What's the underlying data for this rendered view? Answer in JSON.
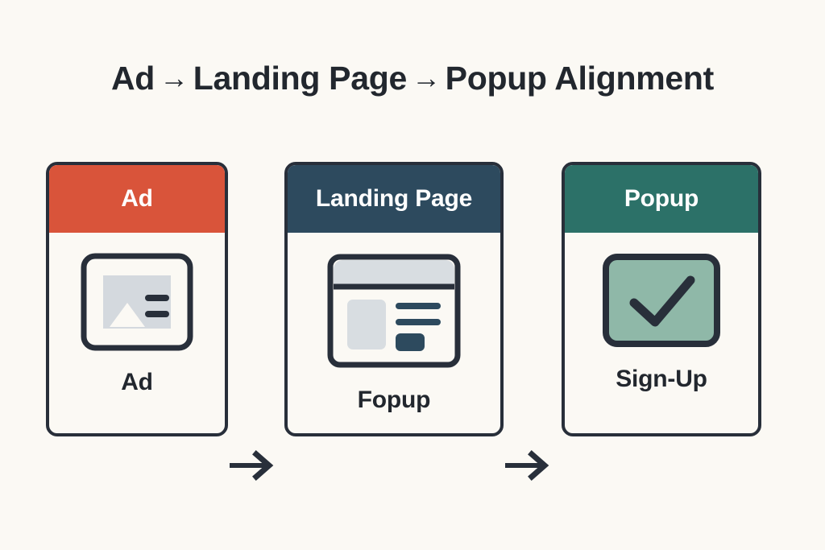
{
  "page": {
    "background_color": "#fbf9f4",
    "title_parts": {
      "part1": "Ad",
      "arrow1": "→",
      "part2": "Landing Page",
      "arrow2": "→",
      "part3": "Popup Alignment"
    },
    "title_full": "Ad → Landing Page → Popup Alignment"
  },
  "colors": {
    "ad_header": "#d9543a",
    "landing_header": "#2d4a5e",
    "popup_header": "#2c7168",
    "outline": "#282f3a",
    "card_body": "#fbf9f4",
    "placeholder_gray": "#d4d9de",
    "check_fill": "#8fb8a8",
    "text_dark": "#22272e"
  },
  "cards": [
    {
      "id": "ad",
      "header_label": "Ad",
      "caption": "Ad",
      "icon_name": "image-placeholder-icon",
      "header_color": "#d9543a"
    },
    {
      "id": "landing-page",
      "header_label": "Landing Page",
      "caption": "Fopup",
      "icon_name": "browser-wireframe-icon",
      "header_color": "#2d4a5e"
    },
    {
      "id": "popup",
      "header_label": "Popup",
      "caption": "Sign-Up",
      "icon_name": "checkmark-box-icon",
      "header_color": "#2c7168"
    }
  ],
  "connectors": [
    {
      "id": "arrow-ad-to-landing",
      "icon_name": "arrow-right-icon",
      "symbol": "→"
    },
    {
      "id": "arrow-landing-to-popup",
      "icon_name": "arrow-right-icon",
      "symbol": "→"
    }
  ]
}
